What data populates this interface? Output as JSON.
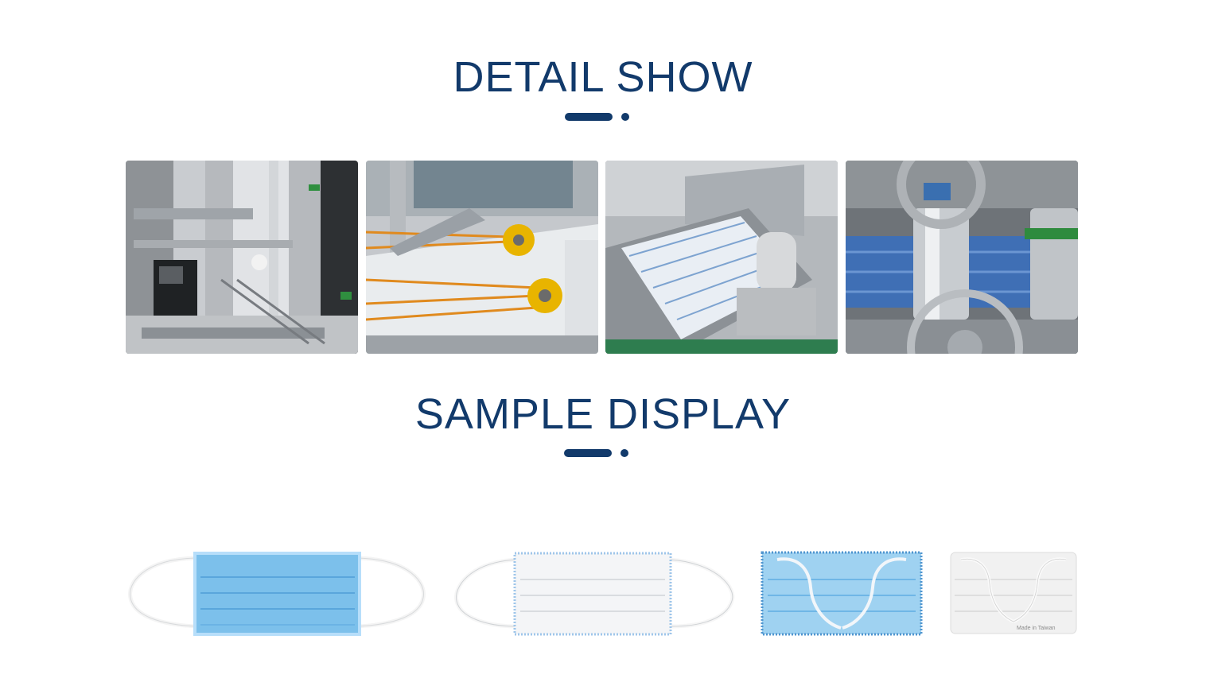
{
  "detail": {
    "title": "DETAIL SHOW",
    "photos": [
      {
        "name": "machine-frame-servo",
        "alt": "Mask machine frame with servo motor"
      },
      {
        "name": "conveyor-belts-rollers",
        "alt": "Conveyor belts with orange rollers"
      },
      {
        "name": "mask-stacking-chute",
        "alt": "Masks stacked in steel chute"
      },
      {
        "name": "ultrasonic-roller-welding",
        "alt": "Ultrasonic welding rollers with handwheel"
      }
    ]
  },
  "sample": {
    "title": "SAMPLE DISPLAY",
    "masks": [
      {
        "name": "blue-mask",
        "color": "#6fb8e6"
      },
      {
        "name": "white-mask",
        "color": "#f2f3f5"
      },
      {
        "name": "blue-mask-packed",
        "color": "#8fcbef"
      },
      {
        "name": "white-mask-packed",
        "color": "#f0f0f0",
        "imprint": "Made in Taiwan"
      }
    ]
  },
  "colors": {
    "accent": "#123a6b"
  }
}
